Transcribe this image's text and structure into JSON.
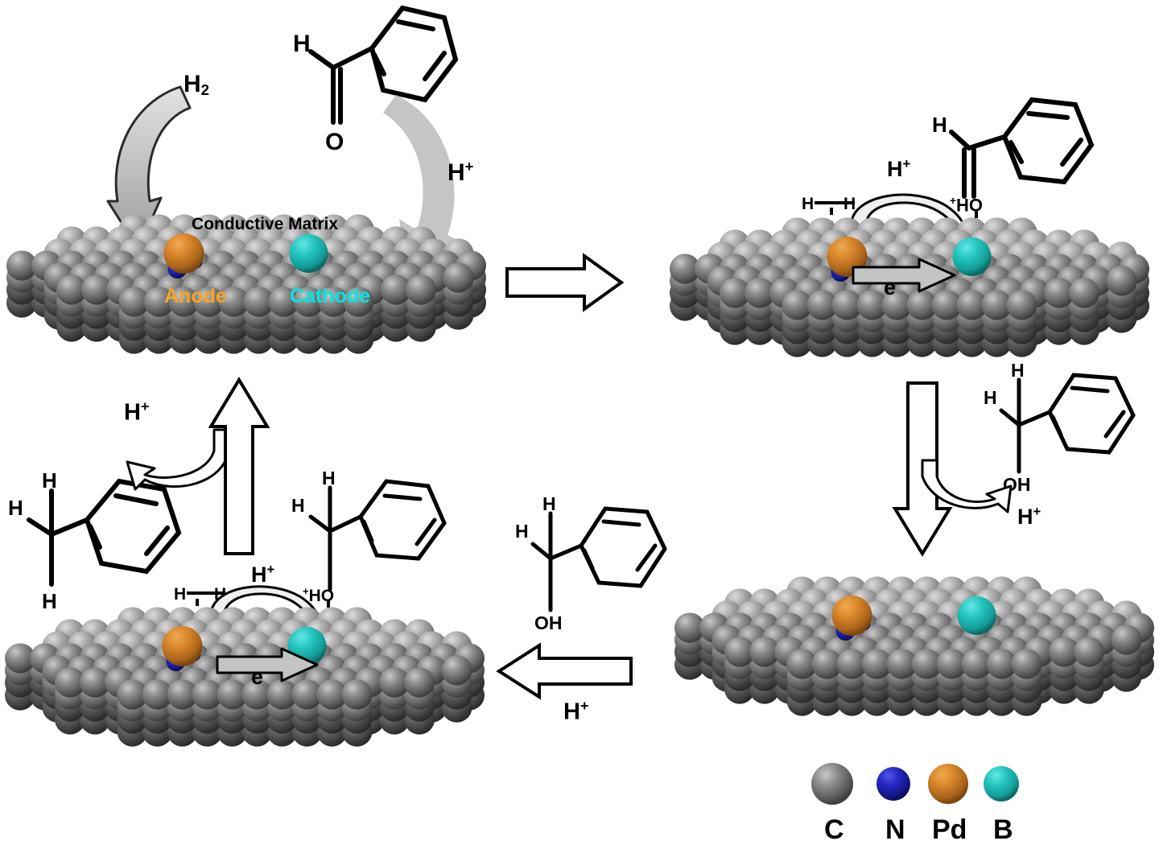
{
  "figure": {
    "title": "Electrocatalytic hydrogenation cycle on Pd/N and B doped conductive carbon matrix",
    "background": "#ffffff"
  },
  "colors": {
    "carbon": "#5a5a5a",
    "carbon_light": "#9a9a9a",
    "carbon_dark": "#3a3a3a",
    "nitrogen": "#1d21b0",
    "palladium": "#d2811f",
    "boron": "#1fbdbd",
    "anode_text": "#f5a623",
    "cathode_text": "#00e5e5",
    "arrow_gray": "#b9b9b9",
    "outline": "#000000"
  },
  "panels": [
    {
      "id": "panel-1",
      "name": "top-left-initial-state",
      "matrix_label": "Conductive Matrix",
      "anode_label": "Anode",
      "cathode_label": "Cathode",
      "reactant_label": "H2",
      "proton_label": "H+",
      "adsorbate": "benzaldehyde"
    },
    {
      "id": "panel-2",
      "name": "top-right-proton-transfer",
      "h_left_label": "H",
      "h_right_label": "H",
      "proton_label": "H+",
      "electron_label": "e",
      "oxygen_label": "+HO",
      "adsorbate": "protonated benzaldehyde"
    },
    {
      "id": "panel-3",
      "name": "bottom-right-product-release",
      "product_label_h_top": "H",
      "product_label_h_left": "H",
      "product_label_oh": "OH",
      "proton_label": "H+",
      "incoming_proton_label": "H+",
      "product": "benzyl alcohol"
    },
    {
      "id": "panel-4",
      "name": "bottom-left-second-hydrogenation",
      "h_left_label": "H",
      "h_right_label": "H",
      "proton_label": "H+",
      "electron_label": "e",
      "oxygen_label": "+HO",
      "product_label_h_top": "H",
      "product_label_h_left": "H",
      "toluene_h_top": "H",
      "toluene_h_left": "H",
      "toluene_h_bottom": "H",
      "release_proton_label": "H+",
      "product": "toluene"
    }
  ],
  "molecules": {
    "benzaldehyde": {
      "name": "benzaldehyde",
      "h_label": "H",
      "o_label": "O"
    },
    "protonated_benzaldehyde": {
      "name": "protonated benzaldehyde",
      "h_label": "H",
      "oh_label": "+HO"
    },
    "benzyl_alcohol": {
      "name": "benzyl alcohol",
      "h_top_label": "H",
      "h_left_label": "H",
      "oh_label": "OH"
    },
    "toluene": {
      "name": "toluene",
      "h_top_label": "H",
      "h_left_label": "H",
      "h_bottom_label": "H"
    }
  },
  "legend": {
    "name": "atom-color-legend",
    "items": [
      {
        "symbol": "C",
        "color": "#5a5a5a"
      },
      {
        "symbol": "N",
        "color": "#1d21b0"
      },
      {
        "symbol": "Pd",
        "color": "#d2811f"
      },
      {
        "symbol": "B",
        "color": "#1fbdbd"
      }
    ]
  },
  "flow_arrows": [
    {
      "name": "arrow-panel1-to-panel2",
      "direction": "right",
      "label": ""
    },
    {
      "name": "arrow-panel2-to-panel3",
      "direction": "down",
      "label": ""
    },
    {
      "name": "arrow-panel3-to-panel4",
      "direction": "left",
      "label": "H+"
    },
    {
      "name": "arrow-panel4-to-panel1",
      "direction": "up",
      "label": ""
    }
  ]
}
